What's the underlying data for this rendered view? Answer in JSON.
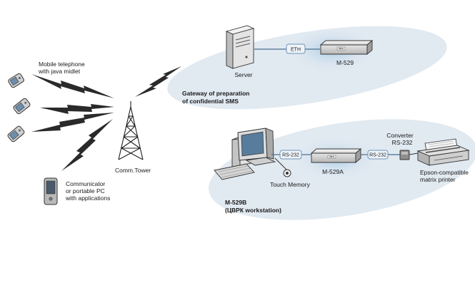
{
  "labels": {
    "mobile_line1": "Mobile telephone",
    "mobile_line2": "with java midlet",
    "communicator_line1": "Communicator",
    "communicator_line2": "or portable PC",
    "communicator_line3": "with applications",
    "comm_tower": "Comm.Tower",
    "server": "Server",
    "eth": "ETH",
    "m529": "M-529",
    "gateway_line1": "Gateway of preparation",
    "gateway_line2": "of confidential SMS",
    "rs232_left": "RS-232",
    "rs232_right": "RS-232",
    "m529a": "M-529A",
    "converter_line1": "Converter",
    "converter_line2": "RS-232",
    "touch_memory": "Touch Memory",
    "printer_line1": "Epson-compatible",
    "printer_line2": "matrix printer",
    "workstation_line1": "M-529B",
    "workstation_line2": "(ЦВРК workstation)",
    "device_plate": "PKS"
  },
  "colors": {
    "ellipse": "#dfe8f0",
    "ellipse_glow": "#b9d3e6",
    "link": "#4a6f90",
    "tag_border": "#6d93b6",
    "tag_fill": "#eef4fa",
    "bolt": "#2a2a2a"
  }
}
